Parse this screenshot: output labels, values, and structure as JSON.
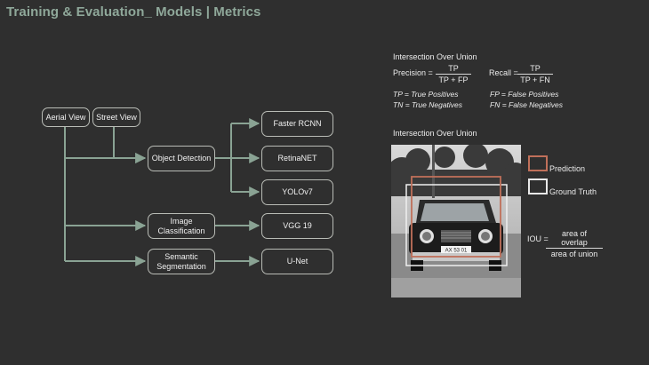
{
  "slide": {
    "title": "Training & Evaluation_ Models | Metrics"
  },
  "diagram": {
    "inputs": [
      "Aerial View",
      "Street View"
    ],
    "tasks": {
      "object_detection": "Object Detection",
      "image_classification_line1": "Image",
      "image_classification_line2": "Classification",
      "semantic_segmentation_line1": "Semantic",
      "semantic_segmentation_line2": "Segmentation"
    },
    "models": {
      "faster_rcnn": "Faster RCNN",
      "retinanet": "RetinaNET",
      "yolov7": "YOLOv7",
      "vgg19": "VGG 19",
      "unet": "U-Net"
    },
    "line_color": "#8aa394"
  },
  "metrics": {
    "heading": "Intersection Over Union",
    "precision": {
      "label": "Precision =",
      "num": "TP",
      "den": "TP + FP"
    },
    "recall": {
      "label": "Recall =",
      "num": "TP",
      "den": "TP + FN"
    },
    "defs": {
      "tp": "TP = True Positives",
      "tn": "TN = True Negatives",
      "fp": "FP = False Positives",
      "fn": "FN = False Negatives"
    }
  },
  "iou": {
    "heading": "Intersection Over Union",
    "legend_prediction": "Prediction",
    "legend_ground_truth": "Ground Truth",
    "prediction_color": "#c0705a",
    "ground_truth_color": "#e8e8e8",
    "formula_label": "IOU =",
    "formula_num": "area of overlap",
    "formula_den": "area of union",
    "plate_text": "AX 53 01"
  }
}
